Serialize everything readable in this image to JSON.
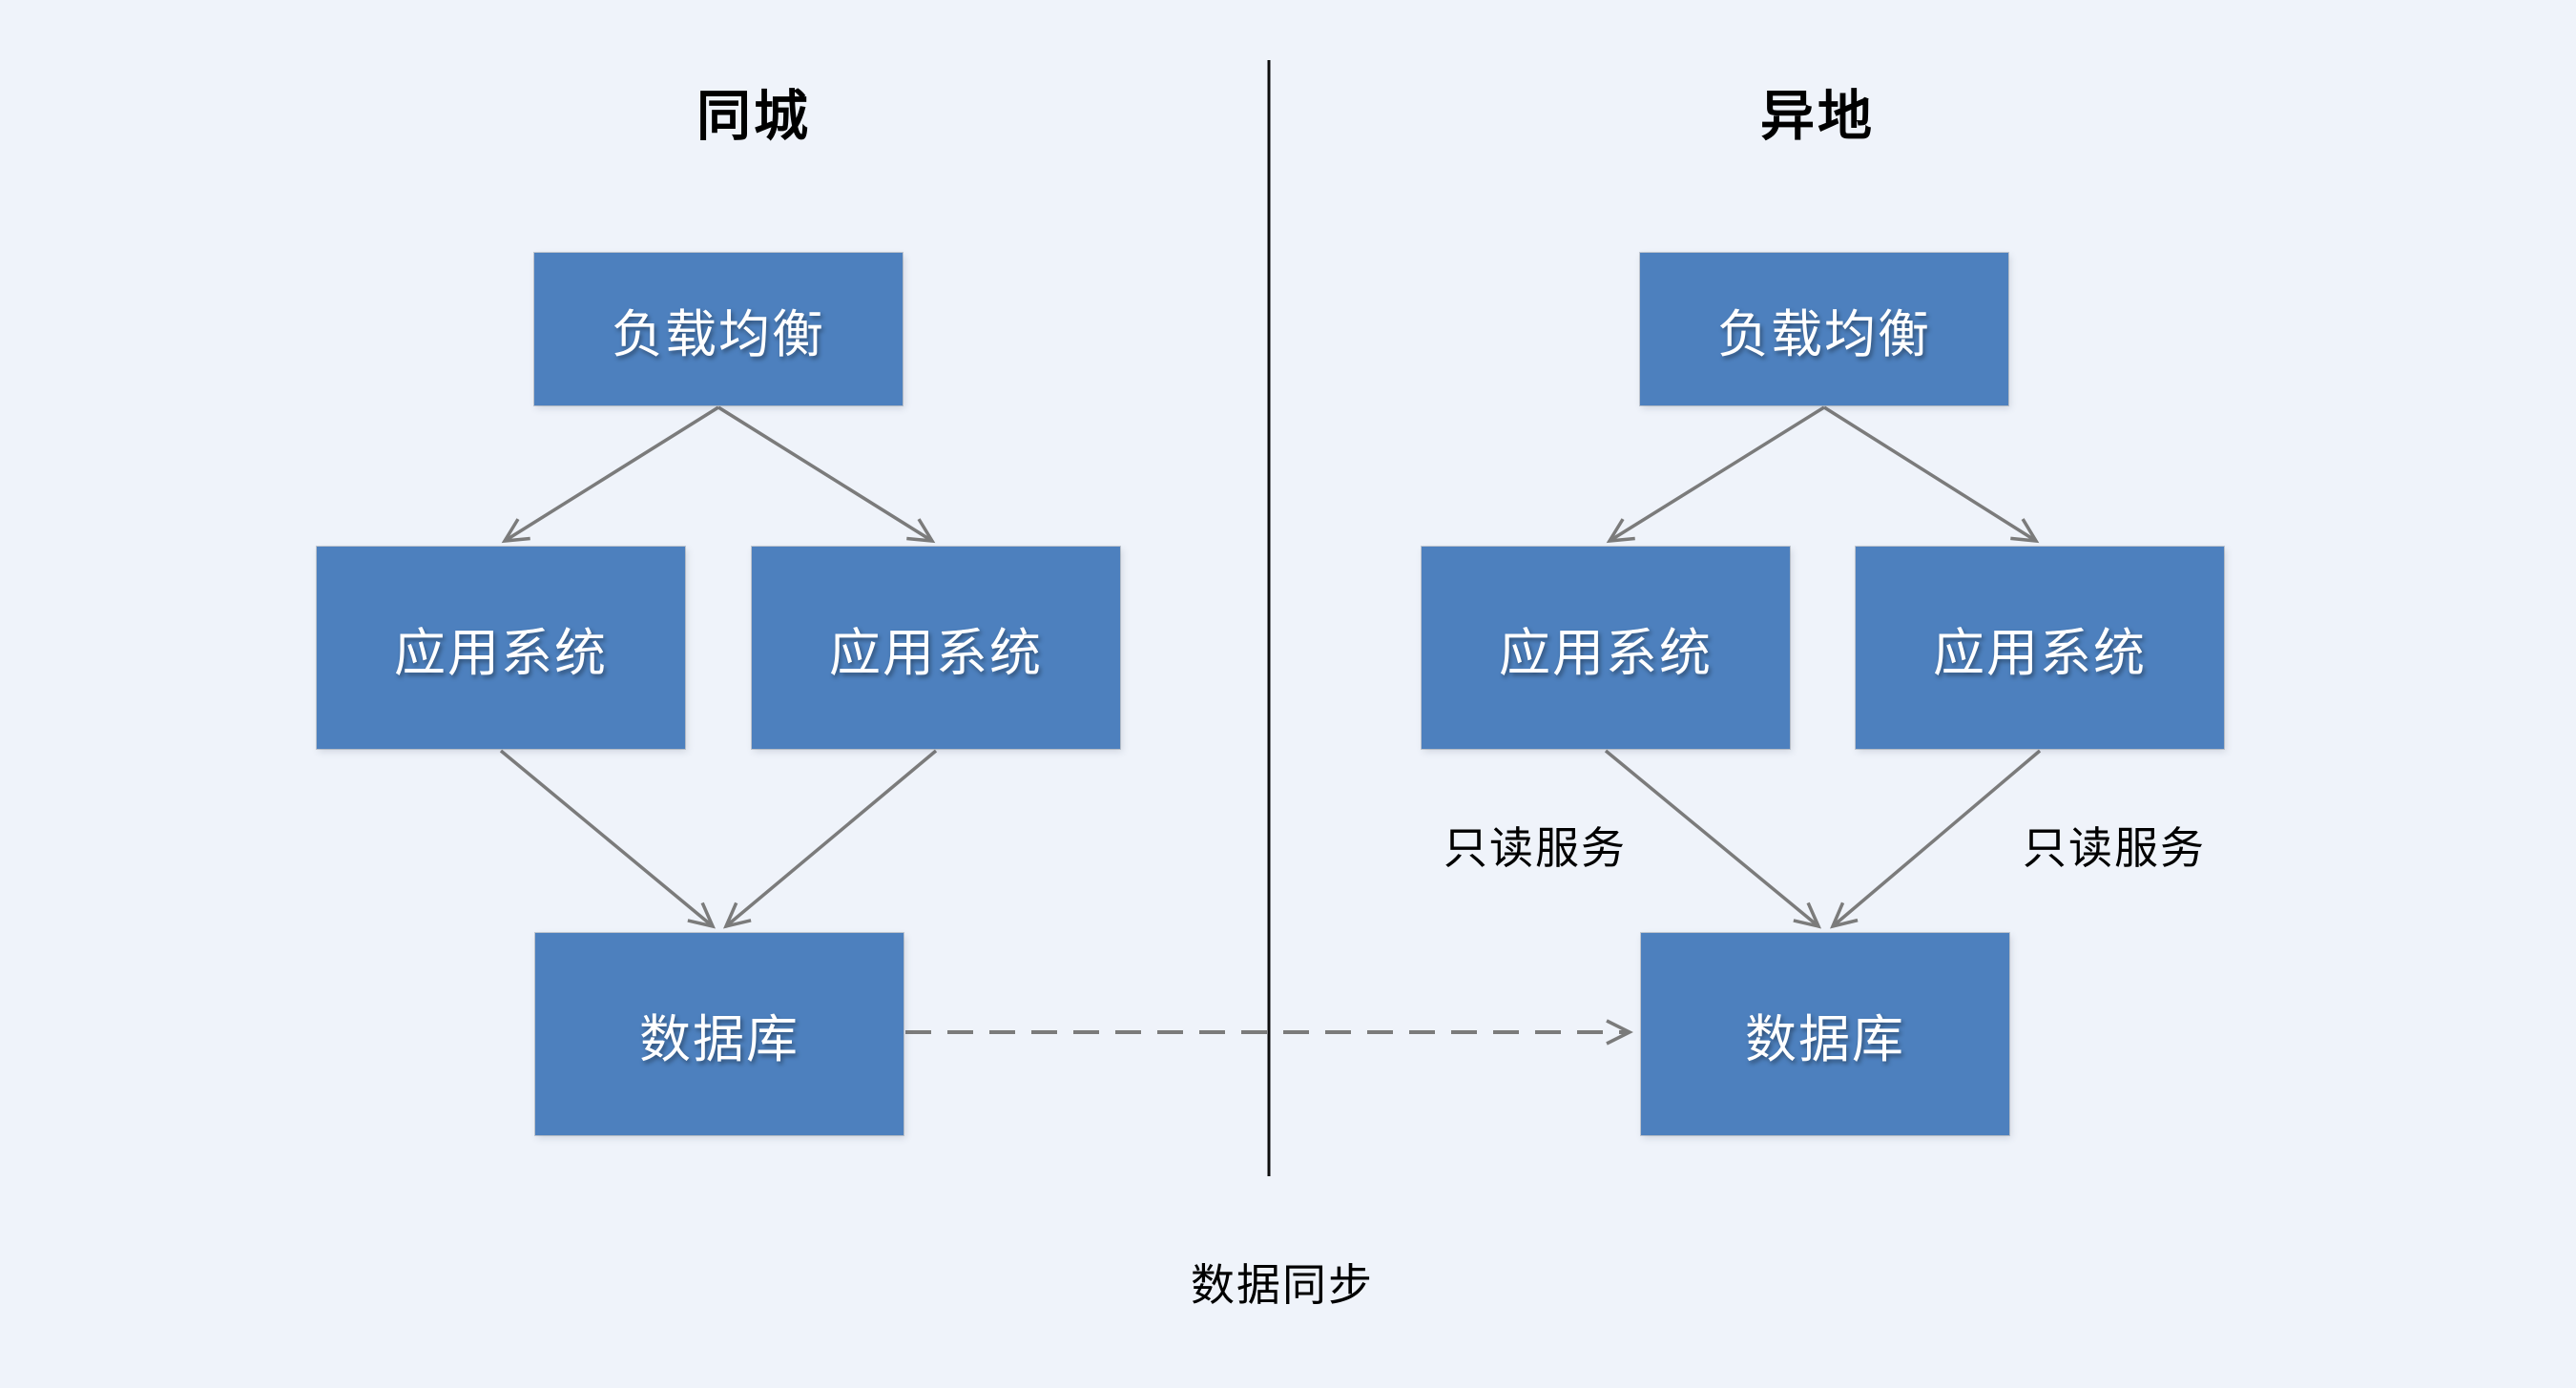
{
  "diagram": {
    "background_color": "#eff3fa",
    "node_fill_color": "#4d80be",
    "node_text_color": "#ffffff",
    "arrow_color": "#7b7b7b",
    "divider_color": "#0d0d0d",
    "sections": [
      {
        "title": "同城",
        "nodes": {
          "load_balancer": "负载均衡",
          "app_system_1": "应用系统",
          "app_system_2": "应用系统",
          "database": "数据库"
        }
      },
      {
        "title": "异地",
        "nodes": {
          "load_balancer": "负载均衡",
          "app_system_1": "应用系统",
          "app_system_2": "应用系统",
          "database": "数据库"
        },
        "edge_labels": {
          "readonly_left": "只读服务",
          "readonly_right": "只读服务"
        }
      }
    ],
    "sync_arrow_label": "数据同步"
  }
}
